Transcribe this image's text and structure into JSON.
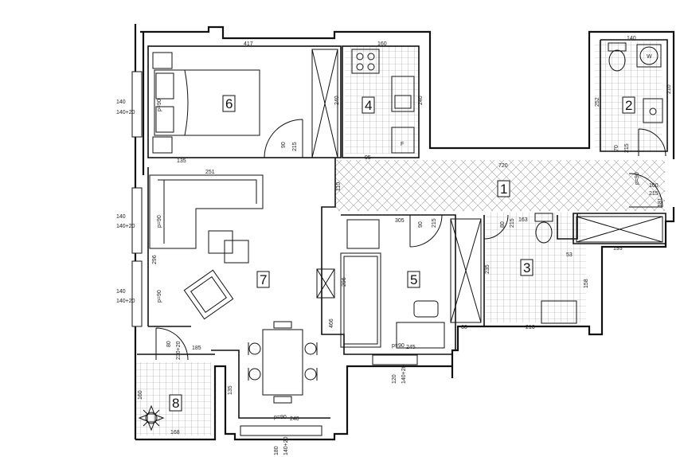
{
  "plan": {
    "rooms": [
      {
        "id": "6",
        "label": "6"
      },
      {
        "id": "4",
        "label": "4"
      },
      {
        "id": "2",
        "label": "2"
      },
      {
        "id": "1",
        "label": "1"
      },
      {
        "id": "7",
        "label": "7"
      },
      {
        "id": "5",
        "label": "5"
      },
      {
        "id": "3",
        "label": "3"
      },
      {
        "id": "8",
        "label": "8"
      }
    ],
    "dimensions": {
      "d417": "417",
      "d160a": "160",
      "d140a": "140",
      "d240a": "240",
      "d240b": "240",
      "d252": "252",
      "d210": "210",
      "d135a": "135",
      "d90a": "90",
      "d215a": "215",
      "d95": "95",
      "d70": "70",
      "d215b": "215",
      "d720": "720",
      "d251": "251",
      "d110": "110",
      "d100": "100",
      "d215c": "215",
      "d181": "181",
      "d305": "305",
      "d90b": "90",
      "d215d": "215",
      "d80a": "80",
      "d215e": "215",
      "d163": "163",
      "d193": "193",
      "d53": "53",
      "d235": "235",
      "d158": "158",
      "d216": "216",
      "d60": "60",
      "d296a": "296",
      "d296b": "296",
      "d466": "466",
      "d245": "245",
      "d185": "185",
      "d80b": "80",
      "d230": "230+20",
      "d135b": "135",
      "d240c": "240",
      "d160b": "160",
      "d168": "168",
      "w140a": "140",
      "w140b": "140+20",
      "w140c": "140",
      "w140d": "140+20",
      "w140e": "140",
      "w140f": "140+20",
      "w120": "120",
      "w140g": "140+20",
      "w180": "180",
      "w140h": "140+20",
      "p90a": "p=90",
      "p90b": "p=90",
      "p90c": "p=90",
      "p90d": "p=90",
      "p90e": "p=90",
      "p90f": "p=90"
    },
    "fixtures": {
      "washer": "W",
      "fridge": "F"
    }
  }
}
